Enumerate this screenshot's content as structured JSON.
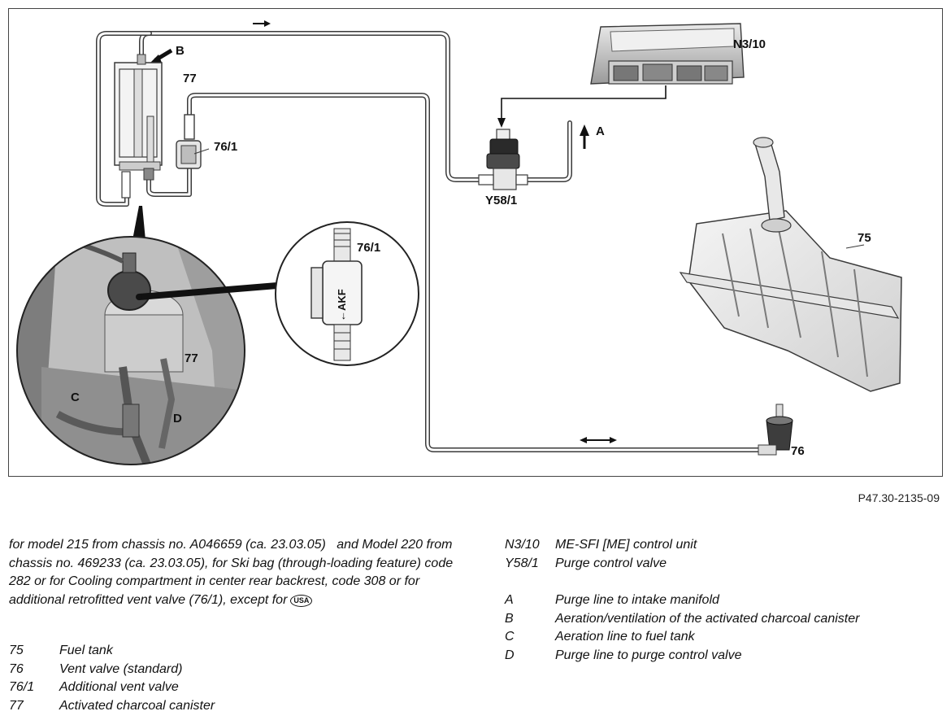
{
  "diagram": {
    "labels": {
      "n3_10": "N3/10",
      "b": "B",
      "c77_top": "77",
      "c76_1_top": "76/1",
      "y58_1": "Y58/1",
      "a": "A",
      "c75": "75",
      "c76": "76",
      "c76_1_detail": "76/1",
      "akf": "←AKF",
      "c77_detail": "77",
      "c": "C",
      "d": "D"
    },
    "colors": {
      "line": "#3a3a3a",
      "pipe_fill": "#ffffff",
      "photo_dark": "#6b6b6b",
      "photo_mid": "#a8a8a8",
      "photo_light": "#d4d4d4"
    }
  },
  "ref_code": "P47.30-2135-09",
  "intro": {
    "text": "for model 215 from chassis no. A046659 (ca. 23.03.05)   and Model 220 from chassis no. 469233 (ca. 23.03.05), for Ski bag (through-loading feature) code 282 or for Cooling compartment in center rear backrest, code 308 or for additional retrofitted vent valve (76/1), except for",
    "badge": "USA"
  },
  "legend_left": [
    {
      "code": "75",
      "desc": "Fuel tank"
    },
    {
      "code": "76",
      "desc": "Vent valve (standard)"
    },
    {
      "code": "76/1",
      "desc": "Additional vent valve"
    },
    {
      "code": "77",
      "desc": "Activated charcoal canister"
    }
  ],
  "legend_right_top": [
    {
      "code": "N3/10",
      "desc": "ME-SFI [ME] control unit"
    },
    {
      "code": "Y58/1",
      "desc": "Purge control valve"
    }
  ],
  "legend_right_bottom": [
    {
      "code": "A",
      "desc": "Purge line to intake manifold"
    },
    {
      "code": "B",
      "desc": "Aeration/ventilation of the activated charcoal canister"
    },
    {
      "code": "C",
      "desc": "Aeration line to fuel tank"
    },
    {
      "code": "D",
      "desc": "Purge line to purge control valve"
    }
  ]
}
